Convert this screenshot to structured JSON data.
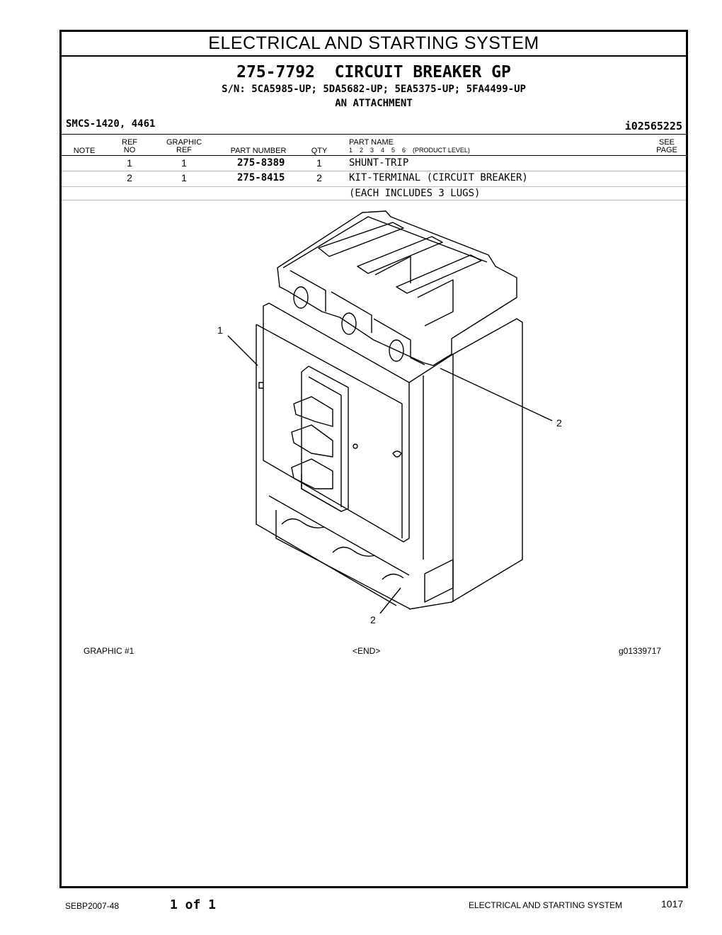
{
  "header": {
    "section_title": "ELECTRICAL AND STARTING SYSTEM",
    "group_title": "275-7792  CIRCUIT BREAKER GP",
    "serial_numbers": "S/N: 5CA5985-UP; 5DA5682-UP; 5EA5375-UP; 5FA4499-UP",
    "attachment": "AN ATTACHMENT",
    "smcs": "SMCS-1420, 4461",
    "illustration_id": "i02565225"
  },
  "table": {
    "columns": {
      "note": "NOTE",
      "ref_no_1": "REF",
      "ref_no_2": "NO",
      "graphic_ref_1": "GRAPHIC",
      "graphic_ref_2": "REF",
      "part_number": "PART NUMBER",
      "qty": "QTY",
      "part_name": "PART NAME",
      "product_level": "1    2    3    4    5    6    (PRODUCT LEVEL)",
      "see_page_1": "SEE",
      "see_page_2": "PAGE"
    },
    "rows": [
      {
        "ref_no": "1",
        "graphic_ref": "1",
        "part_number": "275-8389",
        "qty": "1",
        "part_name": "SHUNT-TRIP"
      },
      {
        "ref_no": "2",
        "graphic_ref": "1",
        "part_number": "275-8415",
        "qty": "2",
        "part_name": "KIT-TERMINAL (CIRCUIT BREAKER)"
      },
      {
        "ref_no": "",
        "graphic_ref": "",
        "part_number": "",
        "qty": "",
        "part_name": "(EACH INCLUDES 3 LUGS)"
      }
    ]
  },
  "graphic": {
    "callouts": [
      "1",
      "2",
      "2"
    ],
    "caption_left": "GRAPHIC #1",
    "caption_center": "<END>",
    "caption_right": "g01339717"
  },
  "footer": {
    "doc_id": "SEBP2007-48",
    "page_of": "1 of 1",
    "section": "ELECTRICAL AND STARTING SYSTEM",
    "page_number": "1017"
  }
}
